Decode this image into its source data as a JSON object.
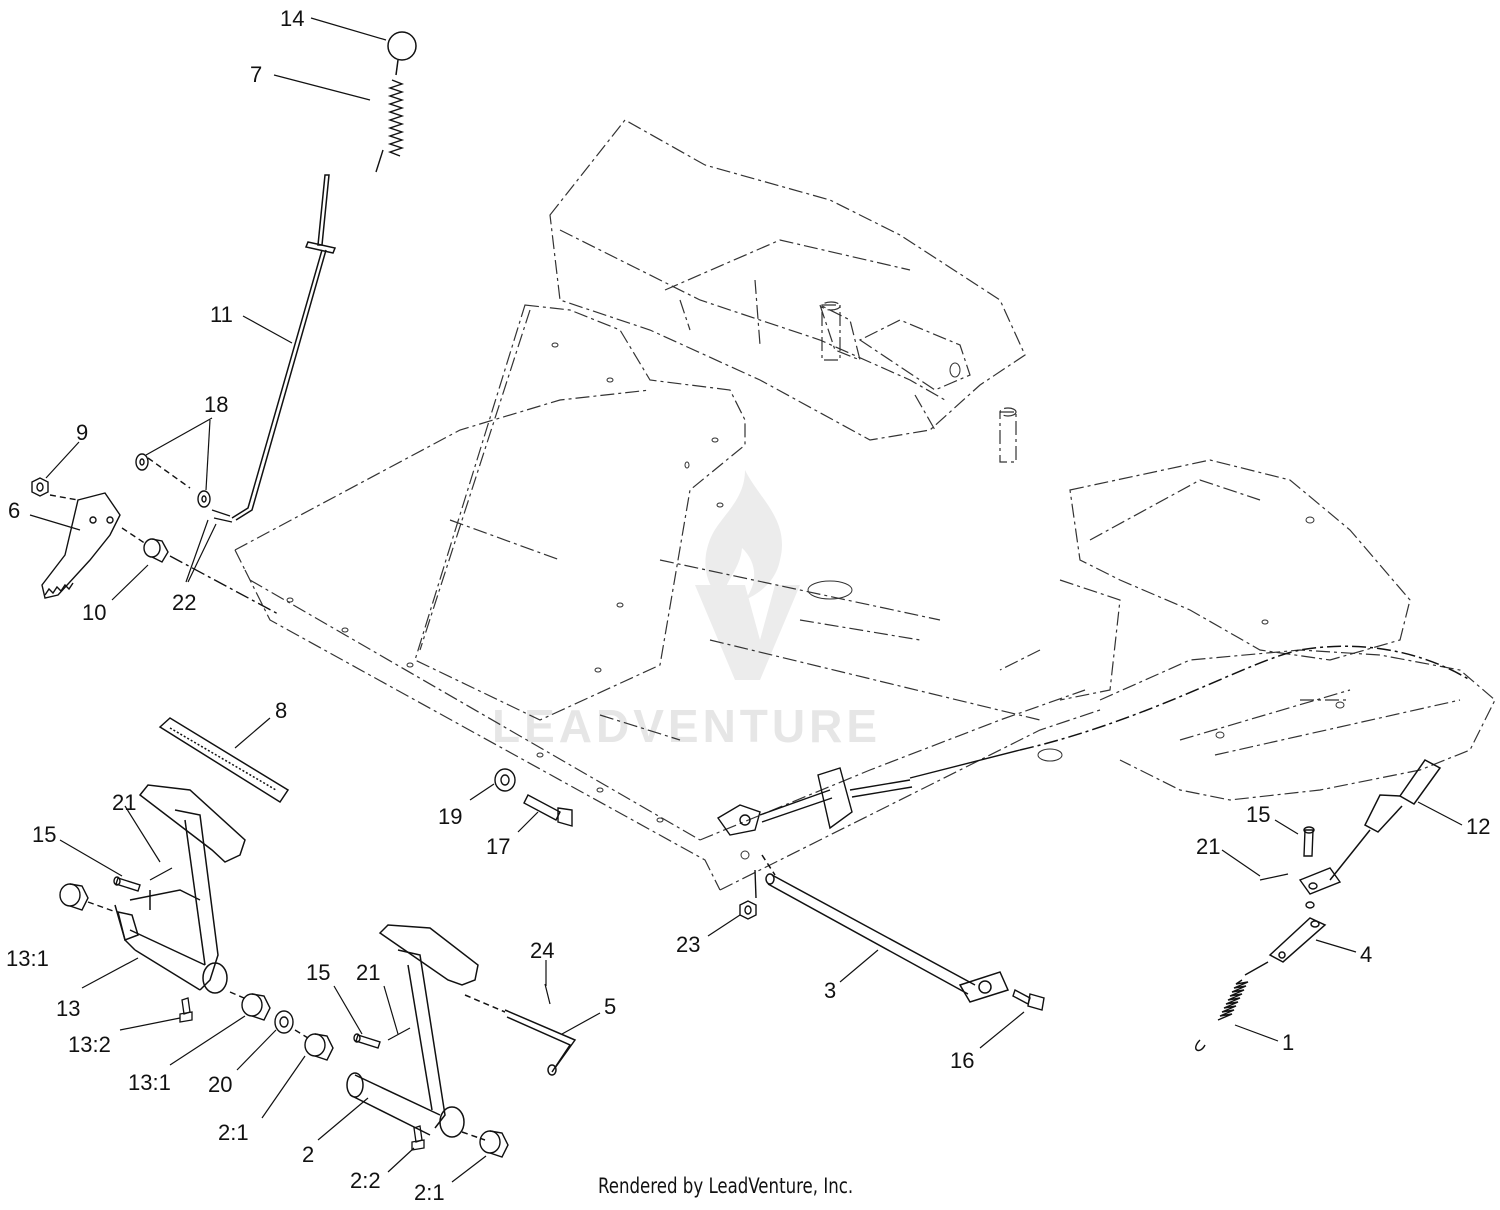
{
  "diagram": {
    "callouts": [
      {
        "id": "c14",
        "label": "14"
      },
      {
        "id": "c7",
        "label": "7"
      },
      {
        "id": "c11",
        "label": "11"
      },
      {
        "id": "c18",
        "label": "18"
      },
      {
        "id": "c9",
        "label": "9"
      },
      {
        "id": "c6",
        "label": "6"
      },
      {
        "id": "c10",
        "label": "10"
      },
      {
        "id": "c22",
        "label": "22"
      },
      {
        "id": "c8",
        "label": "8"
      },
      {
        "id": "c21a",
        "label": "21"
      },
      {
        "id": "c15a",
        "label": "15"
      },
      {
        "id": "c13_1a",
        "label": "13:1"
      },
      {
        "id": "c13",
        "label": "13"
      },
      {
        "id": "c13_2",
        "label": "13:2"
      },
      {
        "id": "c13_1b",
        "label": "13:1"
      },
      {
        "id": "c20",
        "label": "20"
      },
      {
        "id": "c2_1a",
        "label": "2:1"
      },
      {
        "id": "c2",
        "label": "2"
      },
      {
        "id": "c2_2",
        "label": "2:2"
      },
      {
        "id": "c2_1b",
        "label": "2:1"
      },
      {
        "id": "c15b",
        "label": "15"
      },
      {
        "id": "c21b",
        "label": "21"
      },
      {
        "id": "c24",
        "label": "24"
      },
      {
        "id": "c5",
        "label": "5"
      },
      {
        "id": "c19",
        "label": "19"
      },
      {
        "id": "c17",
        "label": "17"
      },
      {
        "id": "c23",
        "label": "23"
      },
      {
        "id": "c3",
        "label": "3"
      },
      {
        "id": "c16",
        "label": "16"
      },
      {
        "id": "c15c",
        "label": "15"
      },
      {
        "id": "c21c",
        "label": "21"
      },
      {
        "id": "c12",
        "label": "12"
      },
      {
        "id": "c4",
        "label": "4"
      },
      {
        "id": "c1",
        "label": "1"
      }
    ],
    "watermark": "LEADVENTURE"
  },
  "footer": {
    "text": "Rendered by LeadVenture, Inc."
  }
}
